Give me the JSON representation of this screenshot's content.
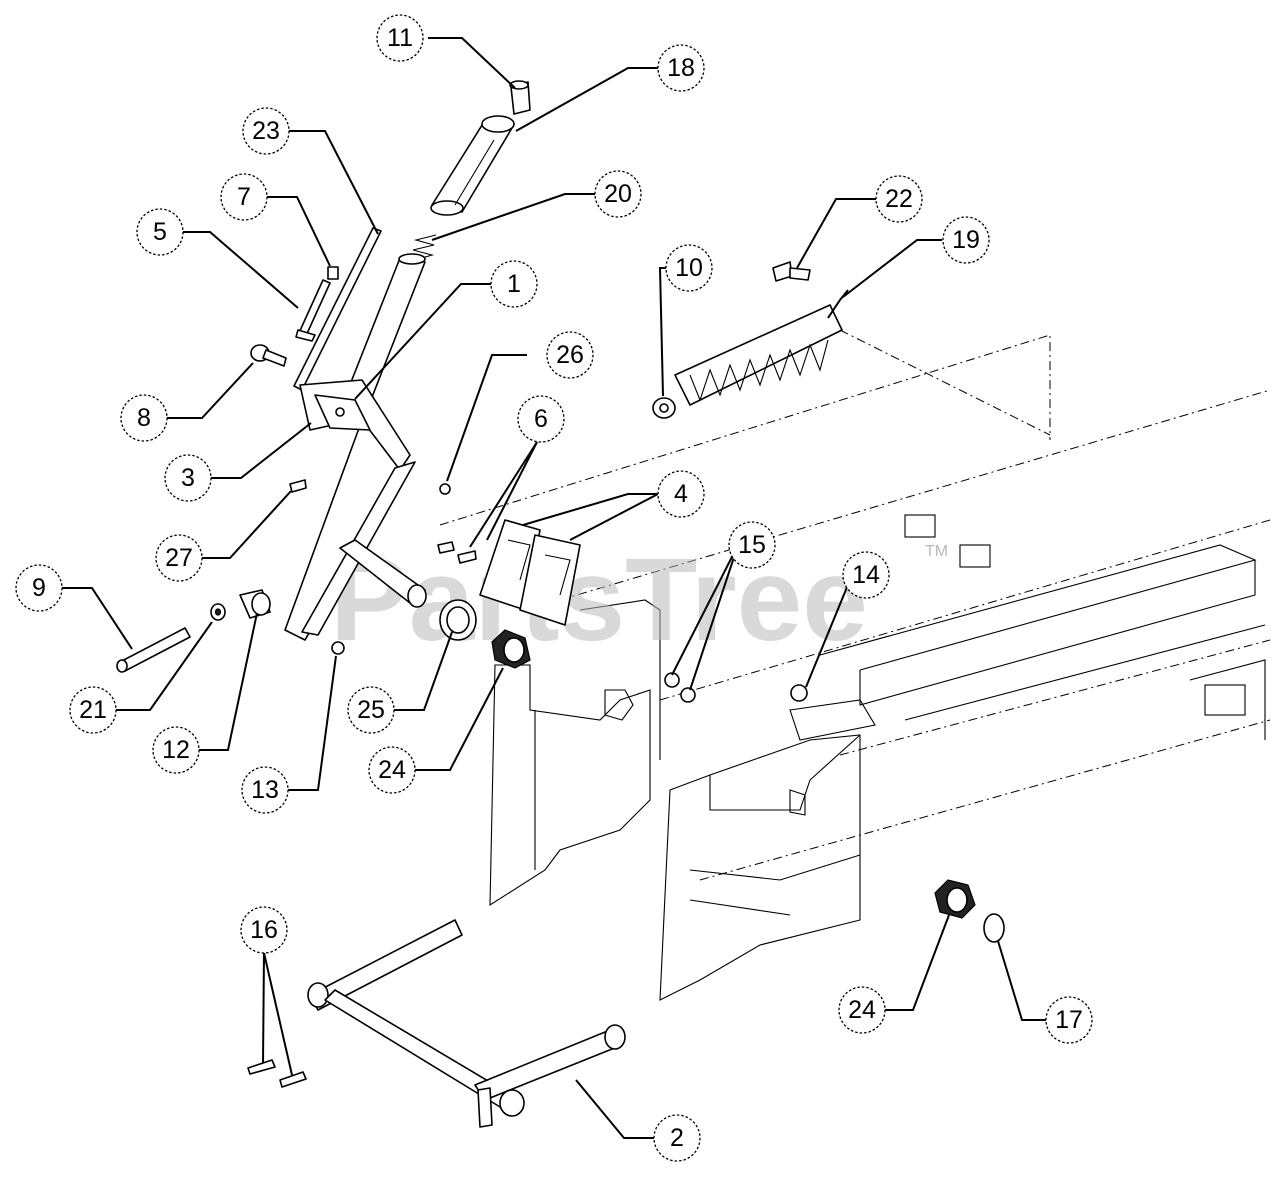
{
  "watermark": {
    "text": "PartsTree",
    "trademark": "TM"
  },
  "callouts": [
    {
      "id": "c-11",
      "label": "11"
    },
    {
      "id": "c-18",
      "label": "18"
    },
    {
      "id": "c-23",
      "label": "23"
    },
    {
      "id": "c-7",
      "label": "7"
    },
    {
      "id": "c-20",
      "label": "20"
    },
    {
      "id": "c-5",
      "label": "5"
    },
    {
      "id": "c-1",
      "label": "1"
    },
    {
      "id": "c-22",
      "label": "22"
    },
    {
      "id": "c-19",
      "label": "19"
    },
    {
      "id": "c-10",
      "label": "10"
    },
    {
      "id": "c-26",
      "label": "26"
    },
    {
      "id": "c-8",
      "label": "8"
    },
    {
      "id": "c-6",
      "label": "6"
    },
    {
      "id": "c-3",
      "label": "3"
    },
    {
      "id": "c-4",
      "label": "4"
    },
    {
      "id": "c-27",
      "label": "27"
    },
    {
      "id": "c-15",
      "label": "15"
    },
    {
      "id": "c-14",
      "label": "14"
    },
    {
      "id": "c-9",
      "label": "9"
    },
    {
      "id": "c-21",
      "label": "21"
    },
    {
      "id": "c-25",
      "label": "25"
    },
    {
      "id": "c-12",
      "label": "12"
    },
    {
      "id": "c-24a",
      "label": "24"
    },
    {
      "id": "c-13",
      "label": "13"
    },
    {
      "id": "c-16",
      "label": "16"
    },
    {
      "id": "c-24b",
      "label": "24"
    },
    {
      "id": "c-17",
      "label": "17"
    },
    {
      "id": "c-2",
      "label": "2"
    }
  ]
}
